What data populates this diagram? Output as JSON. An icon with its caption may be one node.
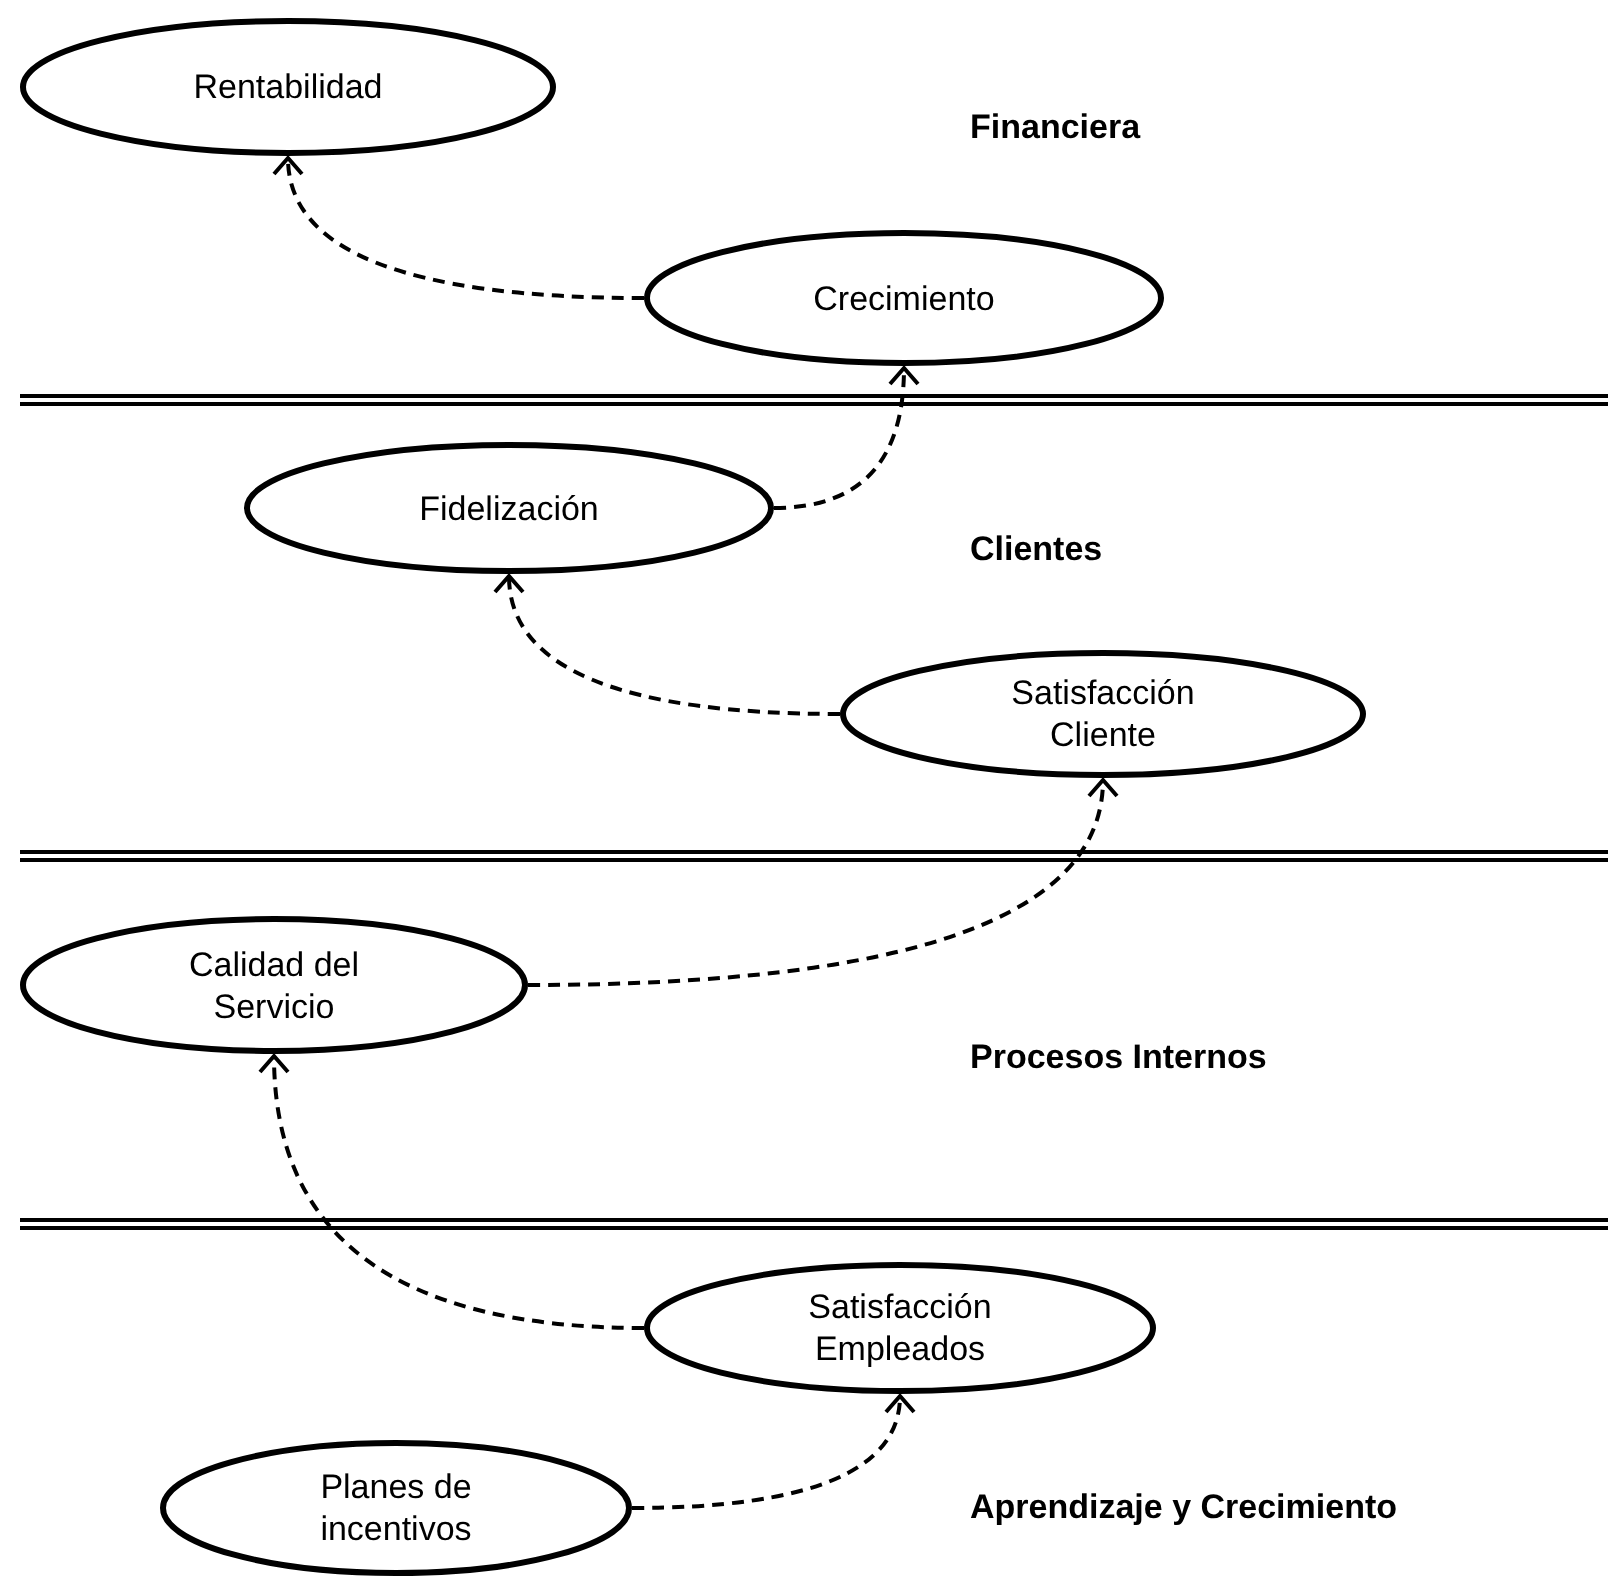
{
  "diagram": {
    "nodes": [
      {
        "text": [
          "Rentabilidad"
        ]
      },
      {
        "text": [
          "Crecimiento"
        ]
      },
      {
        "text": [
          "Fidelización"
        ]
      },
      {
        "text": [
          "Satisfacción Cliente"
        ]
      },
      {
        "text": [
          "Calidad del Servicio"
        ]
      },
      {
        "text": [
          "Satisfacción Empleados"
        ]
      },
      {
        "text": [
          "Planes de incentivos"
        ]
      }
    ],
    "edges": [
      {
        "from": 1,
        "to": 0,
        "arrow": "to",
        "style": "dashed"
      },
      {
        "from": 2,
        "to": 1,
        "arrow": "to",
        "style": "dashed"
      },
      {
        "from": 3,
        "to": 2,
        "arrow": "to",
        "style": "dashed"
      },
      {
        "from": 4,
        "to": 3,
        "arrow": "to",
        "style": "dashed"
      },
      {
        "from": 5,
        "to": 4,
        "arrow": "to",
        "style": "dashed"
      },
      {
        "from": 6,
        "to": 5,
        "arrow": "to",
        "style": "dashed"
      }
    ],
    "labels": [
      "Financiera",
      "Clientes",
      "Procesos Internos",
      "Aprendizaje y Crecimiento"
    ]
  }
}
